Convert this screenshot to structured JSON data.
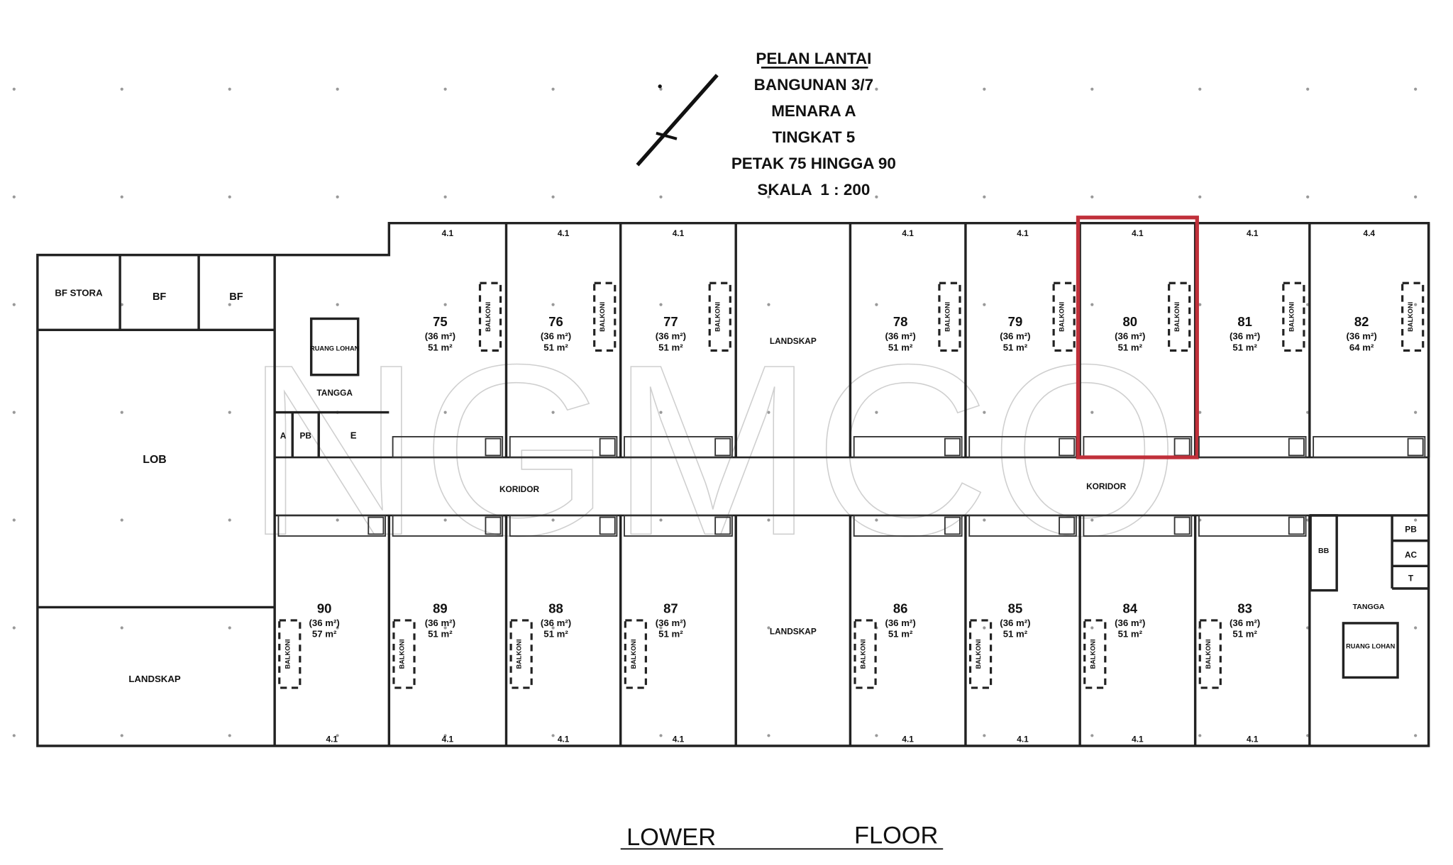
{
  "title_block": {
    "lines": [
      "PELAN LANTAI",
      "BANGUNAN 3/7",
      "MENARA A",
      "TINGKAT 5",
      "PETAK 75 HINGGA 90",
      "SKALA  1 : 200"
    ]
  },
  "footer": {
    "left": "LOWER",
    "right": "FLOOR"
  },
  "watermark": "NGMCO",
  "highlight_color": "#c0303a",
  "upper_row": [
    {
      "id": "75",
      "built": "(36 m²)",
      "area": "51 m²",
      "dim": "4.1"
    },
    {
      "id": "76",
      "built": "(36 m²)",
      "area": "51 m²",
      "dim": "4.1"
    },
    {
      "id": "77",
      "built": "(36 m²)",
      "area": "51 m²",
      "dim": "4.1"
    },
    {
      "landscape": "LANDSKAP"
    },
    {
      "id": "78",
      "built": "(36 m²)",
      "area": "51 m²",
      "dim": "4.1"
    },
    {
      "id": "79",
      "built": "(36 m²)",
      "area": "51 m²",
      "dim": "4.1"
    },
    {
      "id": "80",
      "built": "(36 m²)",
      "area": "51 m²",
      "dim": "4.1",
      "highlighted": true
    },
    {
      "id": "81",
      "built": "(36 m²)",
      "area": "51 m²",
      "dim": "4.1"
    },
    {
      "id": "82",
      "built": "(36 m²)",
      "area": "64 m²",
      "dim": "4.4"
    }
  ],
  "lower_row": [
    {
      "id": "90",
      "built": "(36 m²)",
      "area": "57 m²",
      "dim": "4.1"
    },
    {
      "id": "89",
      "built": "(36 m²)",
      "area": "51 m²",
      "dim": "4.1"
    },
    {
      "id": "88",
      "built": "(36 m²)",
      "area": "51 m²",
      "dim": "4.1"
    },
    {
      "id": "87",
      "built": "(36 m²)",
      "area": "51 m²",
      "dim": "4.1"
    },
    {
      "landscape": "LANDSKAP"
    },
    {
      "id": "86",
      "built": "(36 m²)",
      "area": "51 m²",
      "dim": "4.1"
    },
    {
      "id": "85",
      "built": "(36 m²)",
      "area": "51 m²",
      "dim": "4.1"
    },
    {
      "id": "84",
      "built": "(36 m²)",
      "area": "51 m²",
      "dim": "4.1"
    },
    {
      "id": "83",
      "built": "(36 m²)",
      "area": "51 m²",
      "dim": "4.1"
    }
  ],
  "balcony_label": "BALKONI",
  "rooms": {
    "bf_store": "BF STORA",
    "bf1": "BF",
    "bf2": "BF",
    "lobby": "LOB",
    "landscape_left": "LANDSKAP",
    "lift_left": "RUANG LOHAN",
    "stair_left": "TANGGA",
    "a": "A",
    "pb_left": "PB",
    "e": "E",
    "corridor_left": "KORIDOR",
    "corridor_right": "KORIDOR",
    "stair_right": "TANGGA",
    "lift_right": "RUANG LOHAN",
    "pb_right": "PB",
    "ac": "AC",
    "t": "T",
    "bb": "BB"
  }
}
